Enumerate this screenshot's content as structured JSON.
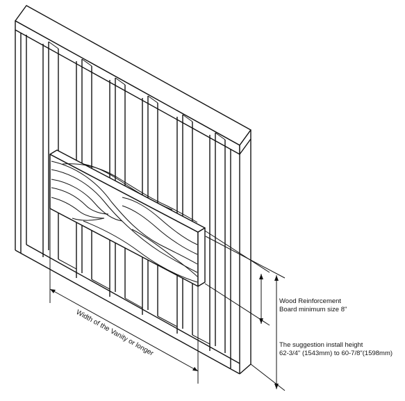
{
  "annotations": {
    "board_label_line1": "Wood Reinforcement",
    "board_label_line2": "Board minimum size 8\"",
    "height_label_line1": "The suggestion install height",
    "height_label_line2": "62-3/4\" (1543mm) to 60-7/8\"(1598mm)",
    "width_label": "Width of the Vanity or longer"
  }
}
